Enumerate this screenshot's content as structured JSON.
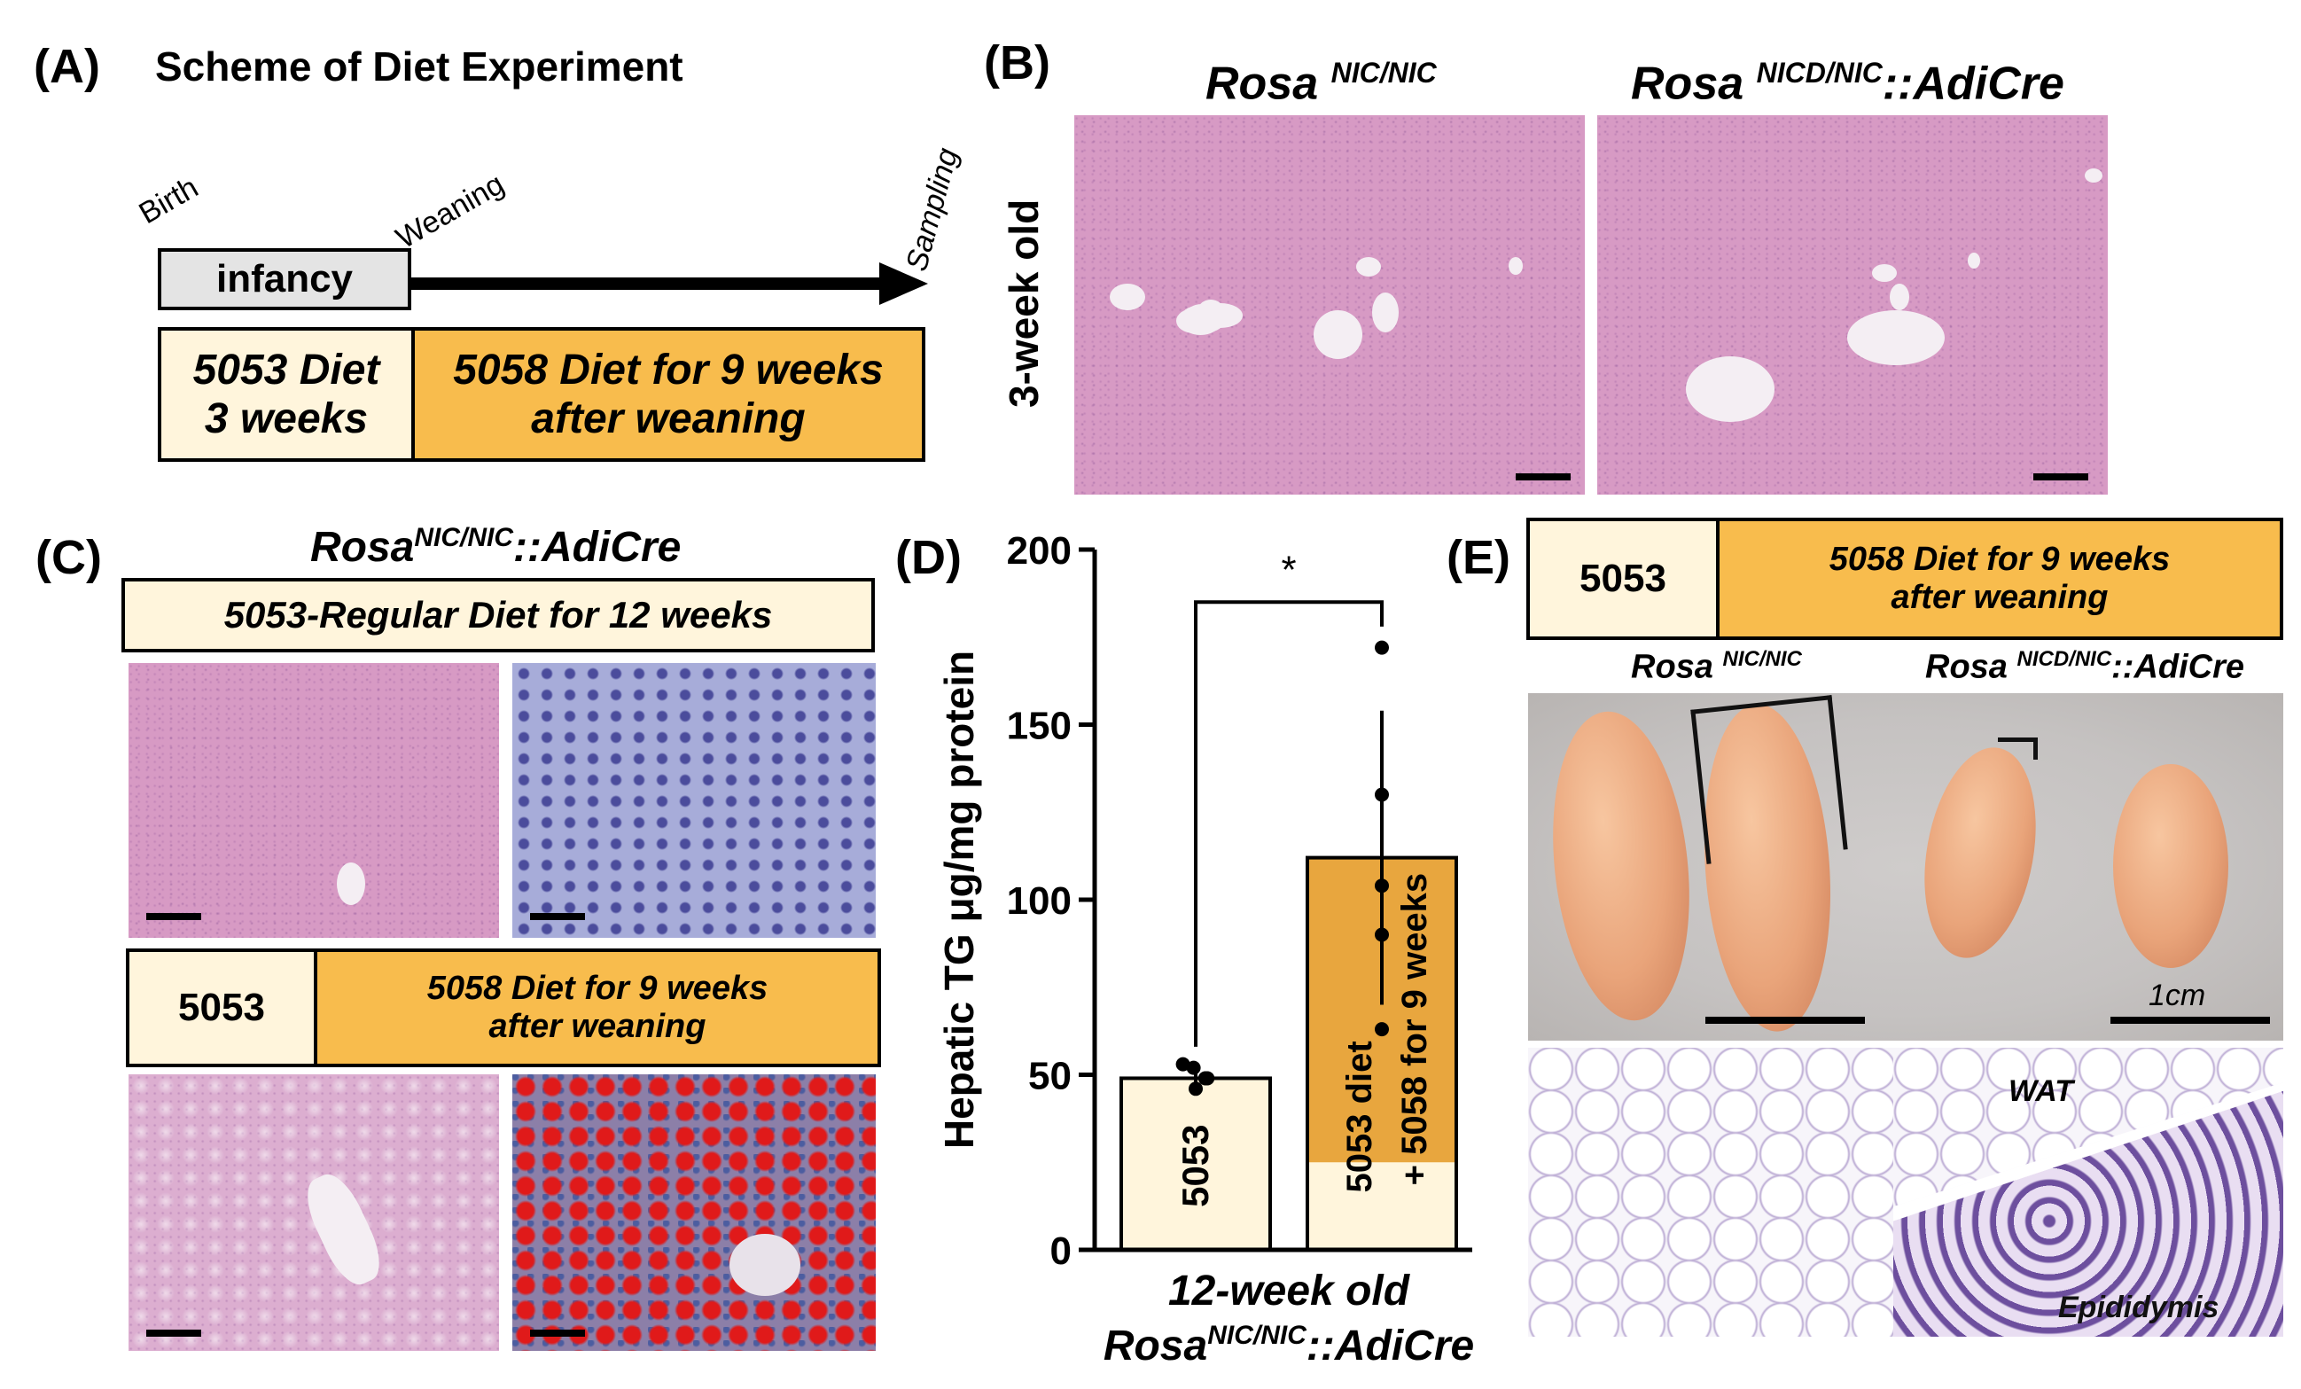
{
  "panelA": {
    "label": "(A)",
    "title": "Scheme of Diet Experiment",
    "birth": "Birth",
    "weaning": "Weaning",
    "sampling": "Sampling",
    "infancy": "infancy",
    "diet5053_line1": "5053 Diet",
    "diet5053_line2": "3 weeks",
    "diet5058_line1": "5058 Diet for 9 weeks",
    "diet5058_line2": "after weaning"
  },
  "panelB": {
    "label": "(B)",
    "col1_base": "Rosa ",
    "col1_sup": "NIC/NIC",
    "col2_base": "Rosa ",
    "col2_sup": "NICD/NIC",
    "col2_suffix": "::AdiCre",
    "row_label": "3-week old"
  },
  "panelC": {
    "label": "(C)",
    "title_base": "Rosa",
    "title_sup": "NIC/NIC",
    "title_suffix": "::AdiCre",
    "regular_diet": "5053-Regular Diet for 12 weeks",
    "box5053": "5053",
    "diet5058_line1": "5058 Diet for 9 weeks",
    "diet5058_line2": "after weaning"
  },
  "panelE": {
    "label": "(E)",
    "box5053": "5053",
    "diet5058_line1": "5058 Diet for 9 weeks",
    "diet5058_line2": "after weaning",
    "col1_base": "Rosa ",
    "col1_sup": "NIC/NIC",
    "col2_base": "Rosa ",
    "col2_sup": "NICD/NIC",
    "col2_suffix": "::AdiCre",
    "scale": "1cm",
    "wat": "WAT",
    "epididymis": "Epididymis"
  },
  "colors": {
    "cream": "#fff5dc",
    "orange": "#f8bc4d",
    "grey": "#e4e4e4",
    "bar2_top": "#e8a63e"
  },
  "chart_data": {
    "label": "(D)",
    "type": "bar",
    "categories": [
      "5053",
      "5053 diet + 5058 for 9 weeks"
    ],
    "bar_labels": [
      "5053",
      "5053 diet",
      "+ 5058 for 9 weeks"
    ],
    "values": [
      49,
      112
    ],
    "error": [
      null,
      42
    ],
    "points": [
      [
        53,
        52,
        49,
        46,
        49
      ],
      [
        63,
        90,
        104,
        130,
        172
      ]
    ],
    "ylabel": "Hepatic TG μg/mg protein",
    "ylim": [
      0,
      200
    ],
    "yticks": [
      0,
      50,
      100,
      150,
      200
    ],
    "significance": "*",
    "xlabel_line1": "12-week old",
    "xlabel_line2_base": "Rosa",
    "xlabel_line2_sup": "NIC/NIC",
    "xlabel_line2_suffix": "::AdiCre"
  }
}
